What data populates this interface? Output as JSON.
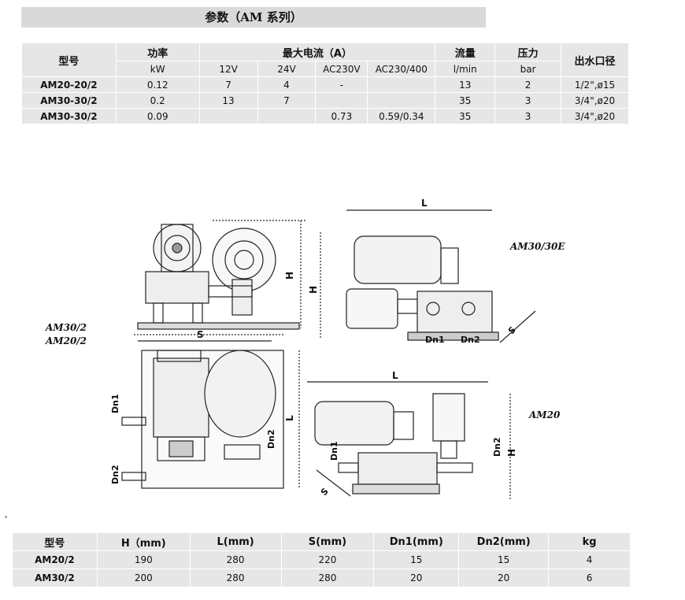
{
  "title": "参数（AM 系列）",
  "spec_table": {
    "headers": {
      "model": "型号",
      "power": "功率",
      "current": "最大电流（A）",
      "flow": "流量",
      "pressure": "压力",
      "outlet": "出水口径"
    },
    "units": {
      "power": "kW",
      "v12": "12V",
      "v24": "24V",
      "ac230": "AC230V",
      "ac230_400": "AC230/400",
      "flow": "l/min",
      "pressure": "bar"
    },
    "rows": [
      [
        "AM20-20/2",
        "0.12",
        "7",
        "4",
        "-",
        "",
        "13",
        "2",
        "1/2\",ø15"
      ],
      [
        "AM30-30/2",
        "0.2",
        "13",
        "7",
        "",
        "",
        "35",
        "3",
        "3/4\",ø20"
      ],
      [
        "AM30-30/2",
        "0.09",
        "",
        "",
        "0.73",
        "0.59/0.34",
        "35",
        "3",
        "3/4\",ø20"
      ]
    ]
  },
  "drawing": {
    "label_left_1": "AM30/2",
    "label_left_2": "AM20/2",
    "label_right_top": "AM30/30E",
    "label_right_bottom": "AM20",
    "dim_h": "H",
    "dim_l": "L",
    "dim_s": "S",
    "dim_dn1": "Dn1",
    "dim_dn2": "Dn2"
  },
  "dim_table": {
    "headers": [
      "型号",
      "H（mm)",
      "L(mm)",
      "S(mm)",
      "Dn1(mm)",
      "Dn2(mm)",
      "kg"
    ],
    "rows": [
      [
        "AM20/2",
        "190",
        "280",
        "220",
        "15",
        "15",
        "4"
      ],
      [
        "AM30/2",
        "200",
        "280",
        "280",
        "20",
        "20",
        "6"
      ]
    ]
  }
}
